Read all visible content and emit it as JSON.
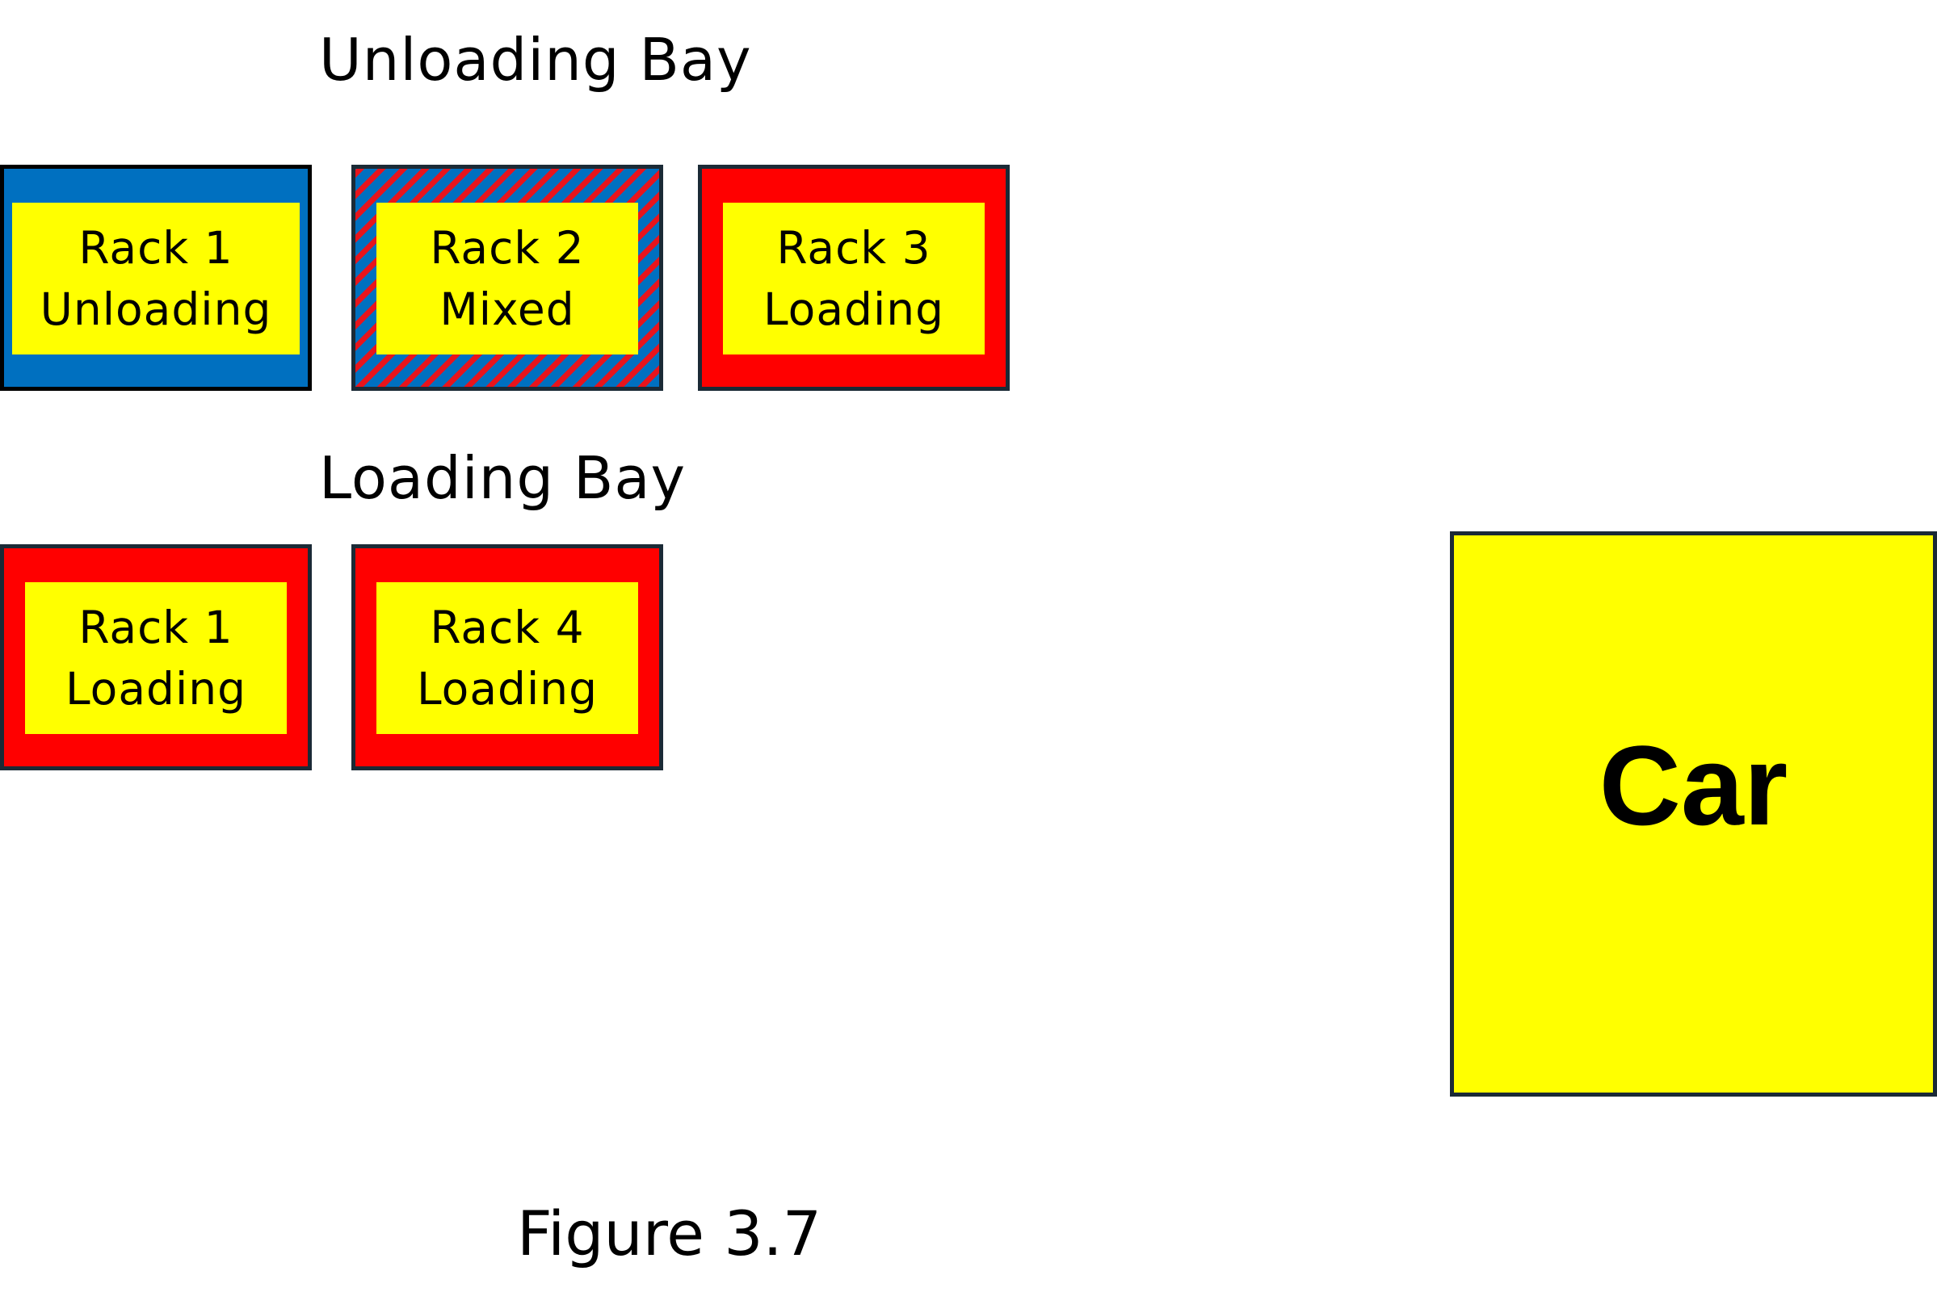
{
  "bays": {
    "unloading": {
      "title": "Unloading Bay",
      "racks": [
        {
          "line1": "Rack 1",
          "line2": "Unloading",
          "frame": "blue"
        },
        {
          "line1": "Rack 2",
          "line2": "Mixed",
          "frame": "mixed"
        },
        {
          "line1": "Rack 3",
          "line2": "Loading",
          "frame": "red"
        }
      ]
    },
    "loading": {
      "title": "Loading Bay",
      "racks": [
        {
          "line1": "Rack 1",
          "line2": "Loading",
          "frame": "red"
        },
        {
          "line1": "Rack 4",
          "line2": "Loading",
          "frame": "red"
        }
      ]
    }
  },
  "car": {
    "label": "Car"
  },
  "caption": "Figure 3.7",
  "colors": {
    "unloading_frame": "#0070c0",
    "loading_frame": "#ff0000",
    "rack_fill": "#ffff00",
    "car_fill": "#ffff00",
    "outline": "#1b2a36"
  }
}
